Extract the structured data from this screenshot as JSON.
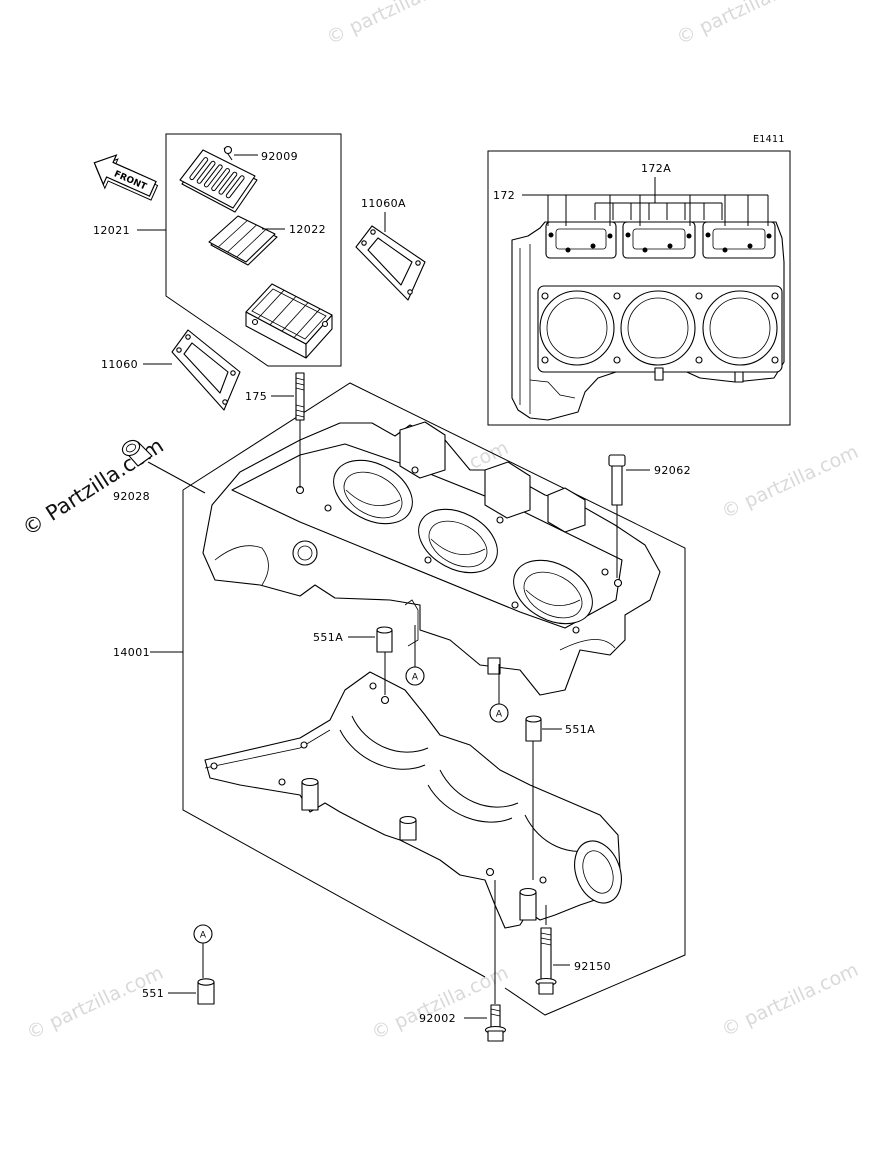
{
  "diagram": {
    "diagram_code": "E1411",
    "front_arrow_label": "FRONT",
    "reference_marker": "A",
    "watermark_main": "© Partzilla.com",
    "watermark_faint": "© partzilla.com",
    "callouts": {
      "c172A": "172A",
      "c172": "172",
      "c92009": "92009",
      "c12022": "12022",
      "c12021": "12021",
      "c11060A": "11060A",
      "c11060": "11060",
      "c175": "175",
      "c92028": "92028",
      "c92062": "92062",
      "c551A_upper": "551A",
      "c14001": "14001",
      "c551A_lower": "551A",
      "c92150": "92150",
      "c551": "551",
      "c92002": "92002"
    }
  },
  "colors": {
    "line": "#000000",
    "background": "#ffffff",
    "watermark": "#d9d9d9"
  }
}
